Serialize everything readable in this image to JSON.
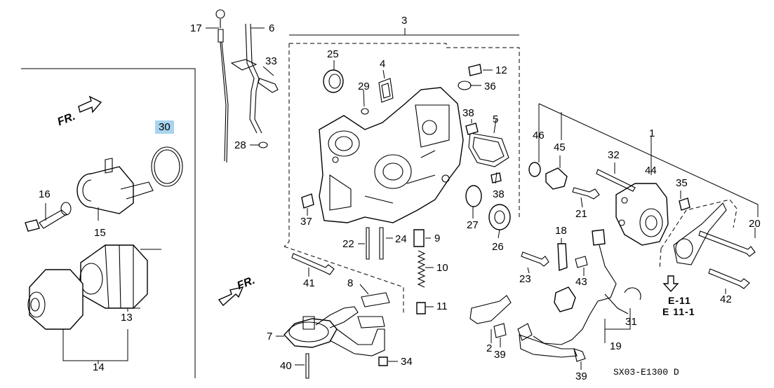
{
  "diagram": {
    "code": "SX03-E1300 D",
    "front_label": "FR.",
    "reference": {
      "line1": "E-11",
      "line2": "E 11-1"
    },
    "callouts": {
      "c1": "1",
      "c2": "2",
      "c3": "3",
      "c4": "4",
      "c5": "5",
      "c6": "6",
      "c7": "7",
      "c8": "8",
      "c9": "9",
      "c10": "10",
      "c11": "11",
      "c12": "12",
      "c13": "13",
      "c14": "14",
      "c15": "15",
      "c16": "16",
      "c17": "17",
      "c18": "18",
      "c19": "19",
      "c20": "20",
      "c21": "21",
      "c22": "22",
      "c23": "23",
      "c24": "24",
      "c25": "25",
      "c26": "26",
      "c27": "27",
      "c28": "28",
      "c29": "29",
      "c30": "30",
      "c31": "31",
      "c32": "32",
      "c33": "33",
      "c34": "34",
      "c35": "35",
      "c36": "36",
      "c37": "37",
      "c38a": "38",
      "c38b": "38",
      "c39a": "39",
      "c39b": "39",
      "c40": "40",
      "c41": "41",
      "c42": "42",
      "c43": "43",
      "c44": "44",
      "c45": "45",
      "c46": "46"
    },
    "highlight_color": "#a8d4ee"
  }
}
